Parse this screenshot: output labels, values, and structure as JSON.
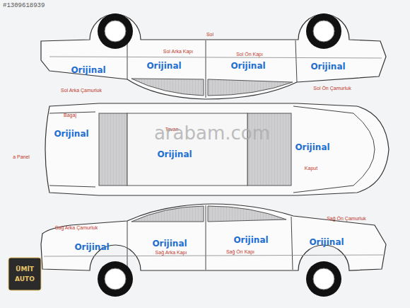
{
  "diagram": {
    "labels": [
      "#1309618939",
      "Sol",
      "Sol Arka Kapı",
      "Sol Ön Kapı",
      "Orijinal",
      "Orijinal",
      "Orijinal",
      "Orijinal",
      "Sol Arka Çamurluk",
      "Sol Ön Çamurluk",
      "Bagaj",
      "Orijinal",
      "Tavan",
      "arabam.com",
      "Orijinal",
      "Orijinal",
      "Kaput",
      "a Panel",
      "Sağ Arka Çamurluk",
      "Sağ Ön Çamurluk",
      "Orijinal",
      "Orijinal",
      "Sağ Arka Kapı",
      "Orijinal",
      "Sağ Ön Kapı",
      "Orijinal",
      "ÜMİT",
      "AUTO"
    ]
  }
}
